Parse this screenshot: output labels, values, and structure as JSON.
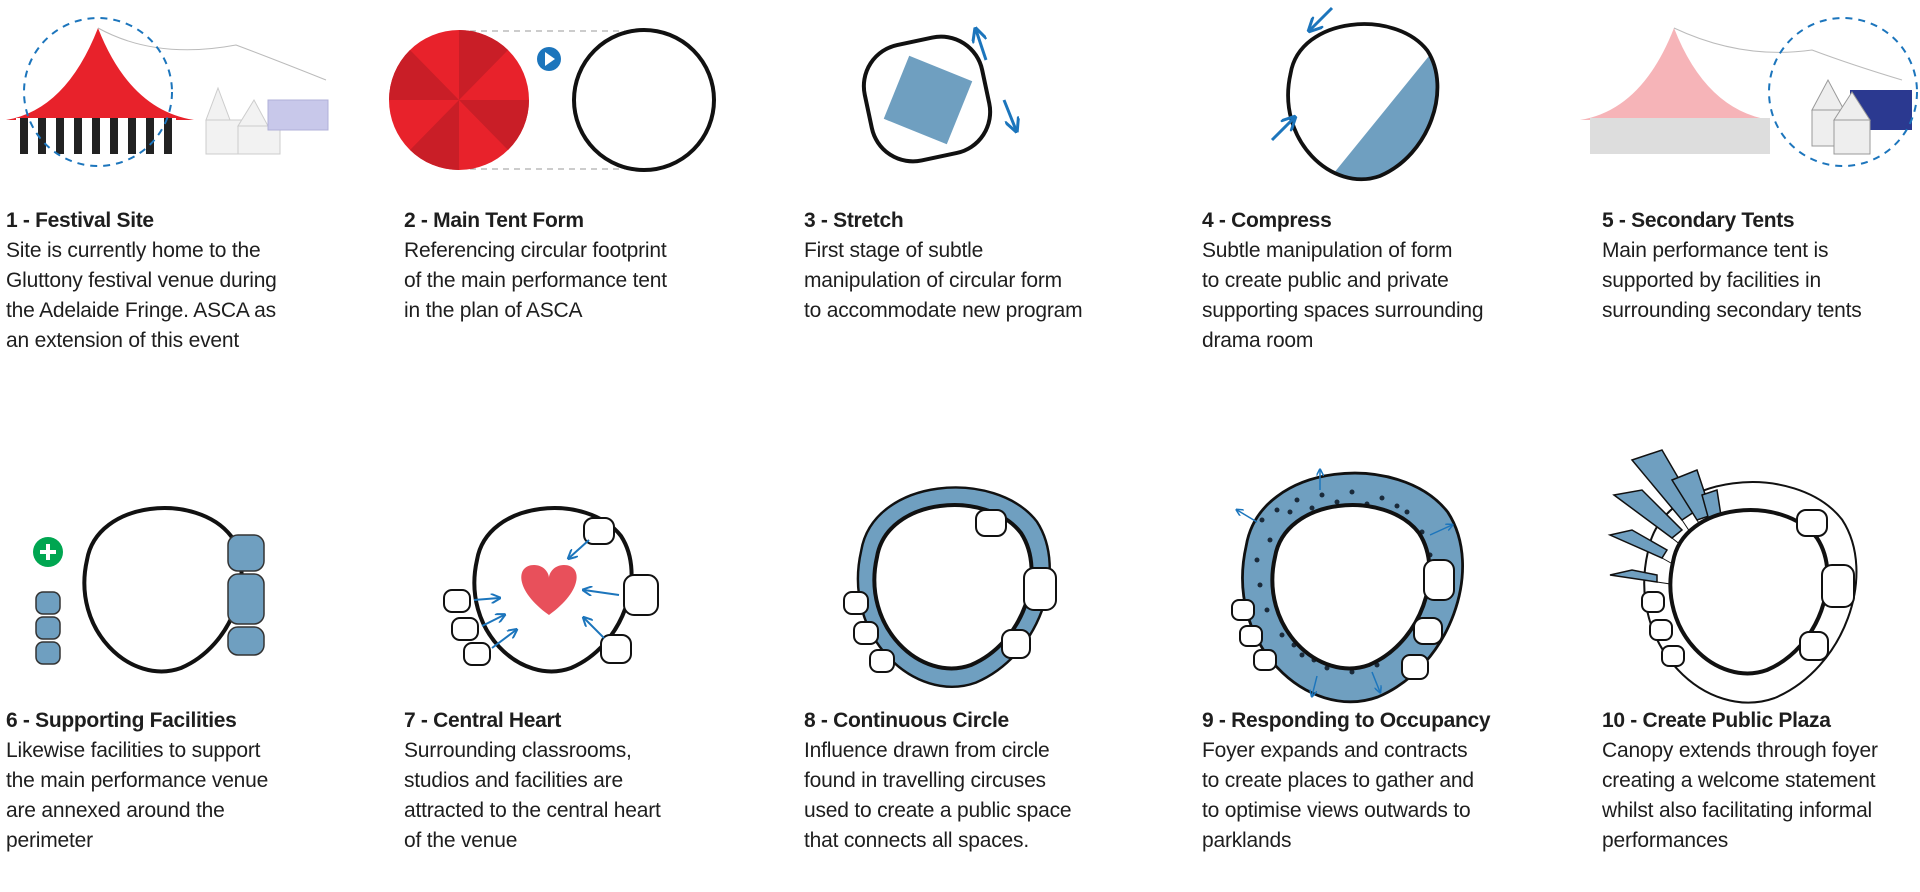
{
  "colors": {
    "red": "#e8222b",
    "blue": "#6f9fc0",
    "arrow": "#1c75bc",
    "green": "#00a651",
    "heart": "#e8505b"
  },
  "steps": [
    {
      "title": "1 - Festival Site",
      "lines": [
        "Site is currently home to the",
        "Gluttony festival venue during",
        "the Adelaide Fringe. ASCA as",
        "an extension of this event"
      ]
    },
    {
      "title": "2 - Main Tent Form",
      "lines": [
        "Referencing circular footprint",
        "of the main performance tent",
        "in the plan of ASCA"
      ]
    },
    {
      "title": "3 - Stretch",
      "lines": [
        "First stage of subtle",
        "manipulation of circular form",
        "to accommodate new program"
      ]
    },
    {
      "title": "4 - Compress",
      "lines": [
        "Subtle manipulation of form",
        "to create public and private",
        "supporting spaces surrounding",
        "drama room"
      ]
    },
    {
      "title": "5 - Secondary Tents",
      "lines": [
        "Main performance tent is",
        "supported by facilities in",
        "surrounding secondary tents"
      ]
    },
    {
      "title": "6 - Supporting Facilities",
      "lines": [
        "Likewise facilities to support",
        "the main performance venue",
        "are annexed around the",
        "perimeter"
      ]
    },
    {
      "title": "7 - Central Heart",
      "lines": [
        "Surrounding classrooms,",
        "studios and facilities are",
        "attracted to the central heart",
        "of the venue"
      ]
    },
    {
      "title": "8 - Continuous Circle",
      "lines": [
        "Influence drawn from circle",
        "found in travelling circuses",
        "used to create a public space",
        "that connects all spaces."
      ]
    },
    {
      "title": "9 - Responding to Occupancy",
      "lines": [
        "Foyer expands and contracts",
        "to create places to gather and",
        "to optimise views outwards to",
        "parklands"
      ]
    },
    {
      "title": "10 - Create Public Plaza",
      "lines": [
        "Canopy extends through foyer",
        "creating a welcome statement",
        "whilst also facilitating informal",
        "performances"
      ]
    }
  ]
}
